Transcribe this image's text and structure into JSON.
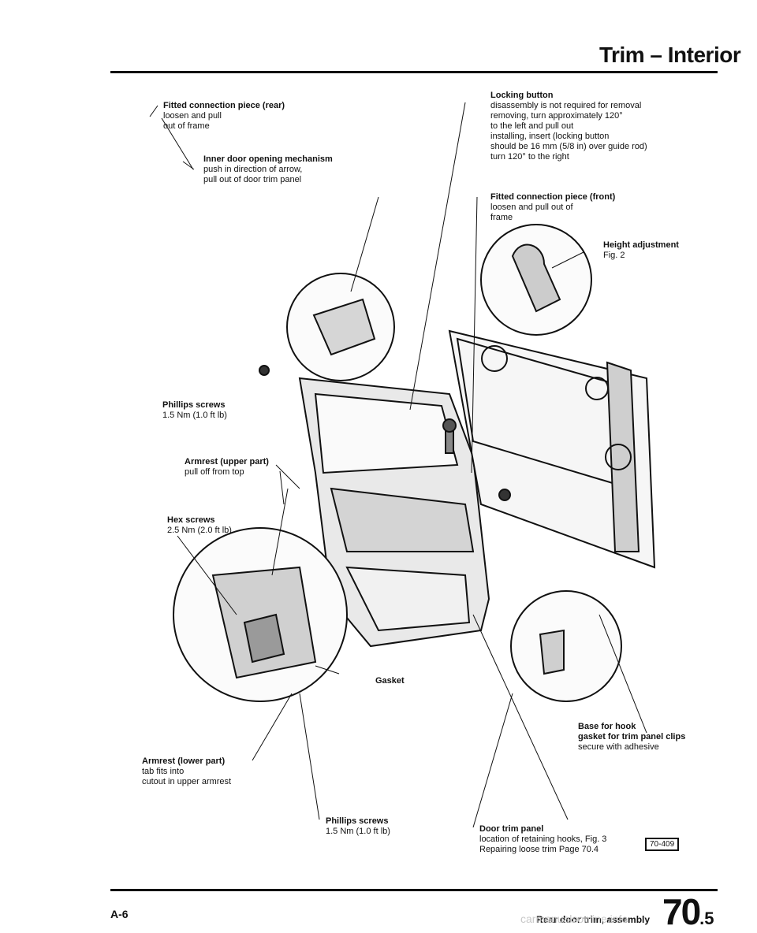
{
  "header": {
    "title": "Trim – Interior"
  },
  "callouts": {
    "fitted_rear": {
      "title": "Fitted connection piece (rear)",
      "lines": [
        "loosen and pull",
        "out of frame"
      ]
    },
    "inner_door": {
      "title": "Inner door opening mechanism",
      "lines": [
        "push in direction of arrow,",
        "pull out of door trim panel"
      ]
    },
    "locking_button": {
      "title": "Locking button",
      "lines": [
        "disassembly is not required for removal",
        "removing, turn approximately 120°",
        "to the left and pull out",
        "installing, insert (locking button",
        "should be 16 mm (5/8 in) over guide rod)",
        "turn 120° to the right"
      ]
    },
    "fitted_front": {
      "title": "Fitted connection piece (front)",
      "lines": [
        "loosen and pull out of",
        "frame"
      ]
    },
    "height_adj": {
      "title": "Height adjustment",
      "lines": [
        "Fig. 2"
      ]
    },
    "phillips_top": {
      "title": "Phillips screws",
      "lines": [
        "1.5 Nm (1.0 ft lb)"
      ]
    },
    "armrest_upper": {
      "title": "Armrest (upper part)",
      "lines": [
        "pull off from top"
      ]
    },
    "hex_screws": {
      "title": "Hex screws",
      "lines": [
        "2.5 Nm (2.0 ft lb)"
      ]
    },
    "gasket": {
      "title": "Gasket",
      "lines": []
    },
    "base_hook": {
      "title": "Base for hook",
      "lines": [
        "gasket for trim panel clips",
        "secure with adhesive"
      ]
    },
    "armrest_lower": {
      "title": "Armrest (lower part)",
      "lines": [
        "tab fits into",
        "cutout in upper armrest"
      ]
    },
    "phillips_bottom": {
      "title": "Phillips screws",
      "lines": [
        "1.5 Nm (1.0 ft lb)"
      ]
    },
    "door_trim": {
      "title": "Door trim panel",
      "lines": [
        "location of retaining hooks, Fig. 3",
        "Repairing loose trim  Page 70.4"
      ]
    }
  },
  "figure_number": "70-409",
  "footer": {
    "page_code": "A-6",
    "section": "Rear door trim, assembly",
    "page_number": "70",
    "page_suffix": ".5"
  },
  "watermark": "carmanualsonline.info"
}
